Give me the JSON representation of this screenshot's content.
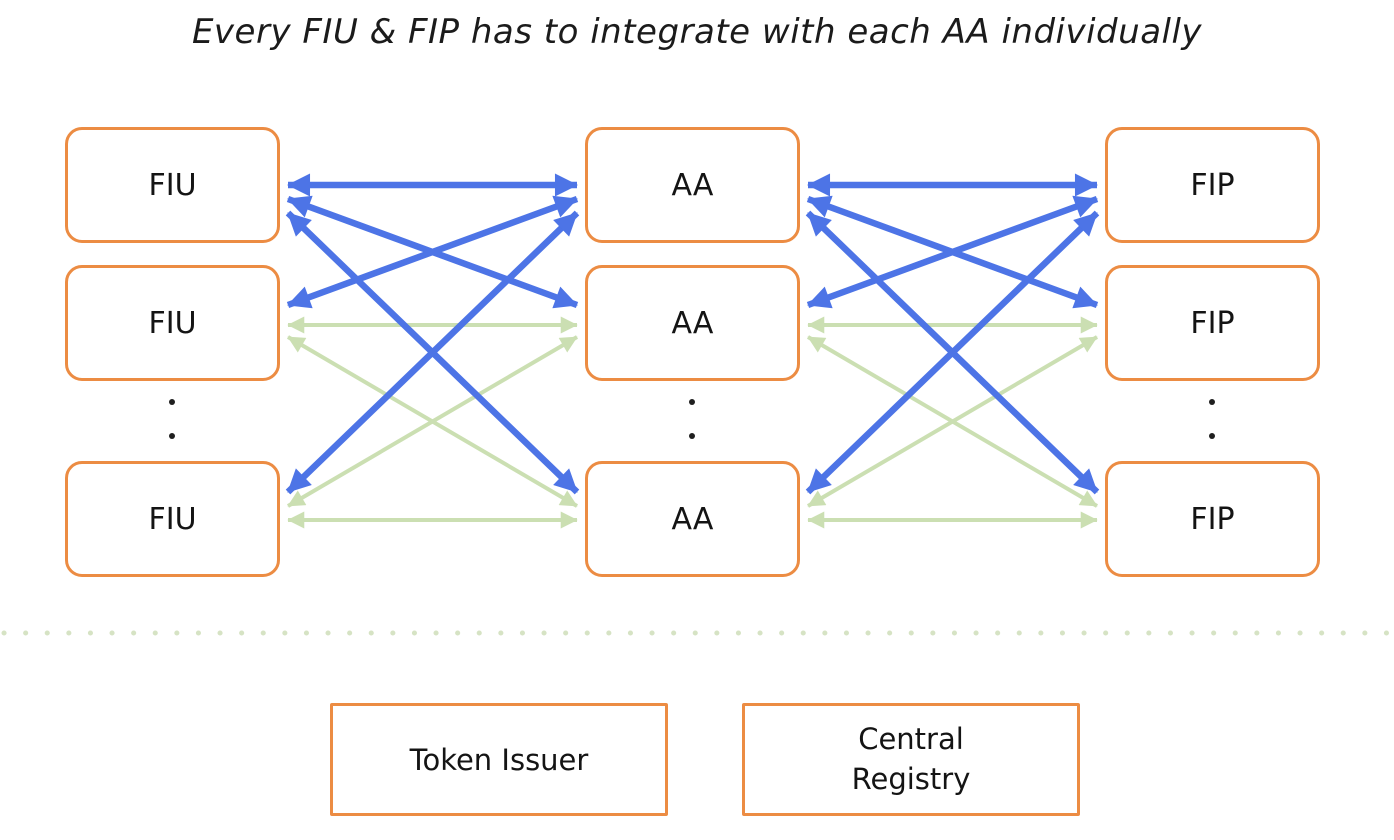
{
  "title": "Every FIU & FIP has to integrate with each AA individually",
  "nodes": {
    "fiu": [
      "FIU",
      "FIU",
      "FIU"
    ],
    "aa": [
      "AA",
      "AA",
      "AA"
    ],
    "fip": [
      "FIP",
      "FIP",
      "FIP"
    ]
  },
  "legend": {
    "token_issuer": "Token Issuer",
    "central_registry": "Central Registry"
  },
  "colors": {
    "box_border_orange": "#EC8C43",
    "arrow_blue": "#4D74E6",
    "arrow_green": "#CBDFB2",
    "separator_dots_green": "#D6E3C4",
    "text": "#1B1B1B"
  },
  "edges": {
    "bidirectional": true,
    "fiu_to_aa_blue": [
      "FIU1-AA1",
      "FIU1-AA2",
      "FIU2-AA1",
      "FIU1-AA3",
      "FIU3-AA1"
    ],
    "fiu_to_aa_green": [
      "FIU2-AA2",
      "FIU2-AA3",
      "FIU3-AA2",
      "FIU3-AA3"
    ],
    "aa_to_fip_blue": [
      "AA1-FIP1",
      "AA1-FIP2",
      "AA2-FIP1",
      "AA1-FIP3",
      "AA3-FIP1"
    ],
    "aa_to_fip_green": [
      "AA2-FIP2",
      "AA2-FIP3",
      "AA3-FIP2",
      "AA3-FIP3"
    ]
  }
}
